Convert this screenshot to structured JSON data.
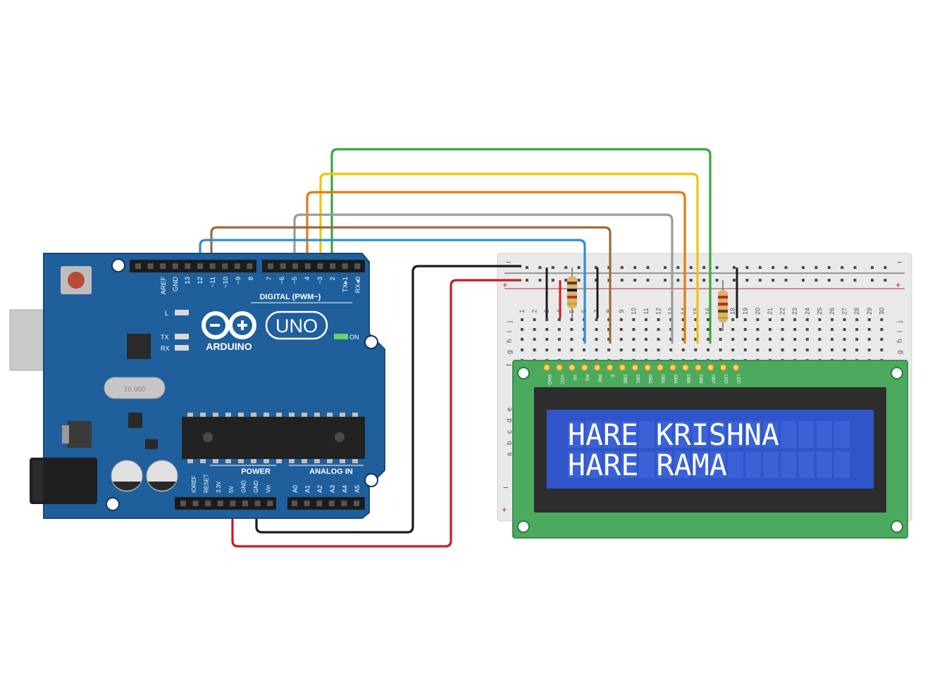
{
  "arduino": {
    "brand": "ARDUINO",
    "model": "UNO",
    "digital_header": "DIGITAL (PWM~)",
    "power_header": "POWER",
    "analog_header": "ANALOG IN",
    "digital_pins": [
      "AREF",
      "GND",
      "13",
      "12",
      "~11",
      "~10",
      "~9",
      "8",
      "7",
      "~6",
      "~5",
      "4",
      "~3",
      "2",
      "TX▸1",
      "RX◂0"
    ],
    "power_pins": [
      "IOREF",
      "RESET",
      "3.3V",
      "5V",
      "GND",
      "GND",
      "Vin"
    ],
    "analog_pins": [
      "A0",
      "A1",
      "A2",
      "A3",
      "A4",
      "A5"
    ],
    "led_labels": {
      "l": "L",
      "tx": "TX",
      "rx": "RX",
      "on": "ON"
    },
    "crystal_label": "16.000"
  },
  "breadboard": {
    "rail_minus": "−",
    "rail_plus": "+",
    "row_letters_top": [
      "j",
      "i",
      "h",
      "g",
      "f"
    ],
    "row_letters_bottom": [
      "e",
      "d",
      "c",
      "b",
      "a"
    ],
    "column_numbers": [
      "1",
      "2",
      "3",
      "4",
      "5",
      "6",
      "7",
      "8",
      "9",
      "10",
      "11",
      "12",
      "13",
      "14",
      "15",
      "16",
      "17",
      "18",
      "19",
      "20",
      "21",
      "22",
      "23",
      "24",
      "25",
      "26",
      "27",
      "28",
      "29",
      "30"
    ]
  },
  "lcd": {
    "pin_labels": [
      "GND",
      "VCC",
      "V0",
      "RS",
      "RW",
      "E",
      "DB0",
      "DB1",
      "DB2",
      "DB3",
      "DB4",
      "DB5",
      "DB6",
      "DB7",
      "LED",
      "LED"
    ],
    "line1": "HARE KRISHNA",
    "line2": "HARE RAMA"
  },
  "wires": [
    {
      "name": "wire-green",
      "color": "#3aa63a"
    },
    {
      "name": "wire-yellow",
      "color": "#f2c400"
    },
    {
      "name": "wire-orange",
      "color": "#e07b12"
    },
    {
      "name": "wire-gray",
      "color": "#9a9a9a"
    },
    {
      "name": "wire-brown",
      "color": "#9a6a3c"
    },
    {
      "name": "wire-blue",
      "color": "#2e8fd0"
    },
    {
      "name": "wire-black",
      "color": "#1a1a1a"
    },
    {
      "name": "wire-red",
      "color": "#d0191b"
    }
  ],
  "colors": {
    "board": "#1f5f9c",
    "lcd_pcb": "#4caa5f",
    "lcd_screen": "#2f55c9"
  }
}
